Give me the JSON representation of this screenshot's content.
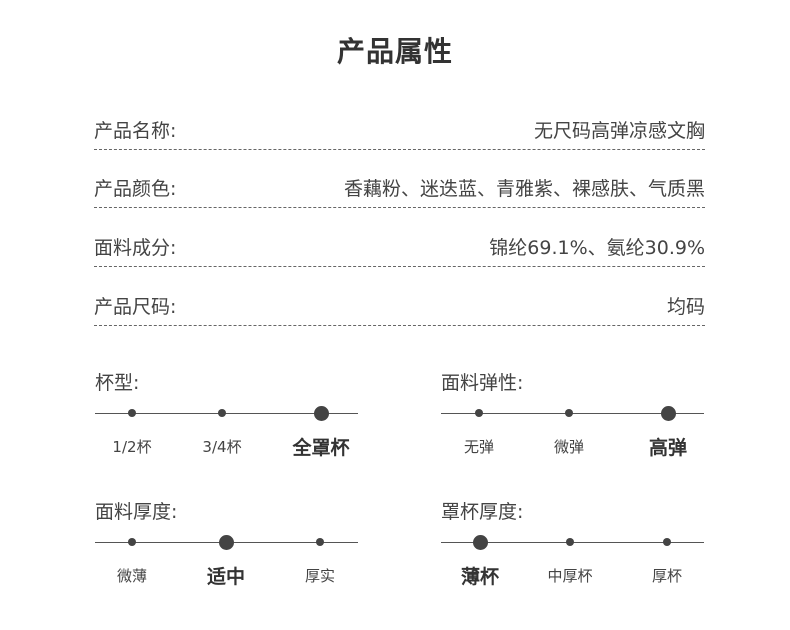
{
  "title": "产品属性",
  "attributes": [
    {
      "label": "产品名称:",
      "value": "无尺码高弹凉感文胸"
    },
    {
      "label": "产品颜色:",
      "value": "香藕粉、迷迭蓝、青雅紫、裸感肤、气质黑"
    },
    {
      "label": "面料成分:",
      "value": "锦纶69.1%、氨纶30.9%"
    },
    {
      "label": "产品尺码:",
      "value": "均码"
    }
  ],
  "scales": {
    "cup_type": {
      "label": "杯型:",
      "options": [
        "1/2杯",
        "3/4杯",
        "全罩杯"
      ],
      "selected": "全罩杯"
    },
    "fabric_elasticity": {
      "label": "面料弹性:",
      "options": [
        "无弹",
        "微弹",
        "高弹"
      ],
      "selected": "高弹"
    },
    "fabric_thickness": {
      "label": "面料厚度:",
      "options": [
        "微薄",
        "适中",
        "厚实"
      ],
      "selected": "适中"
    },
    "cup_thickness": {
      "label": "罩杯厚度:",
      "options": [
        "薄杯",
        "中厚杯",
        "厚杯"
      ],
      "selected": "薄杯"
    }
  }
}
